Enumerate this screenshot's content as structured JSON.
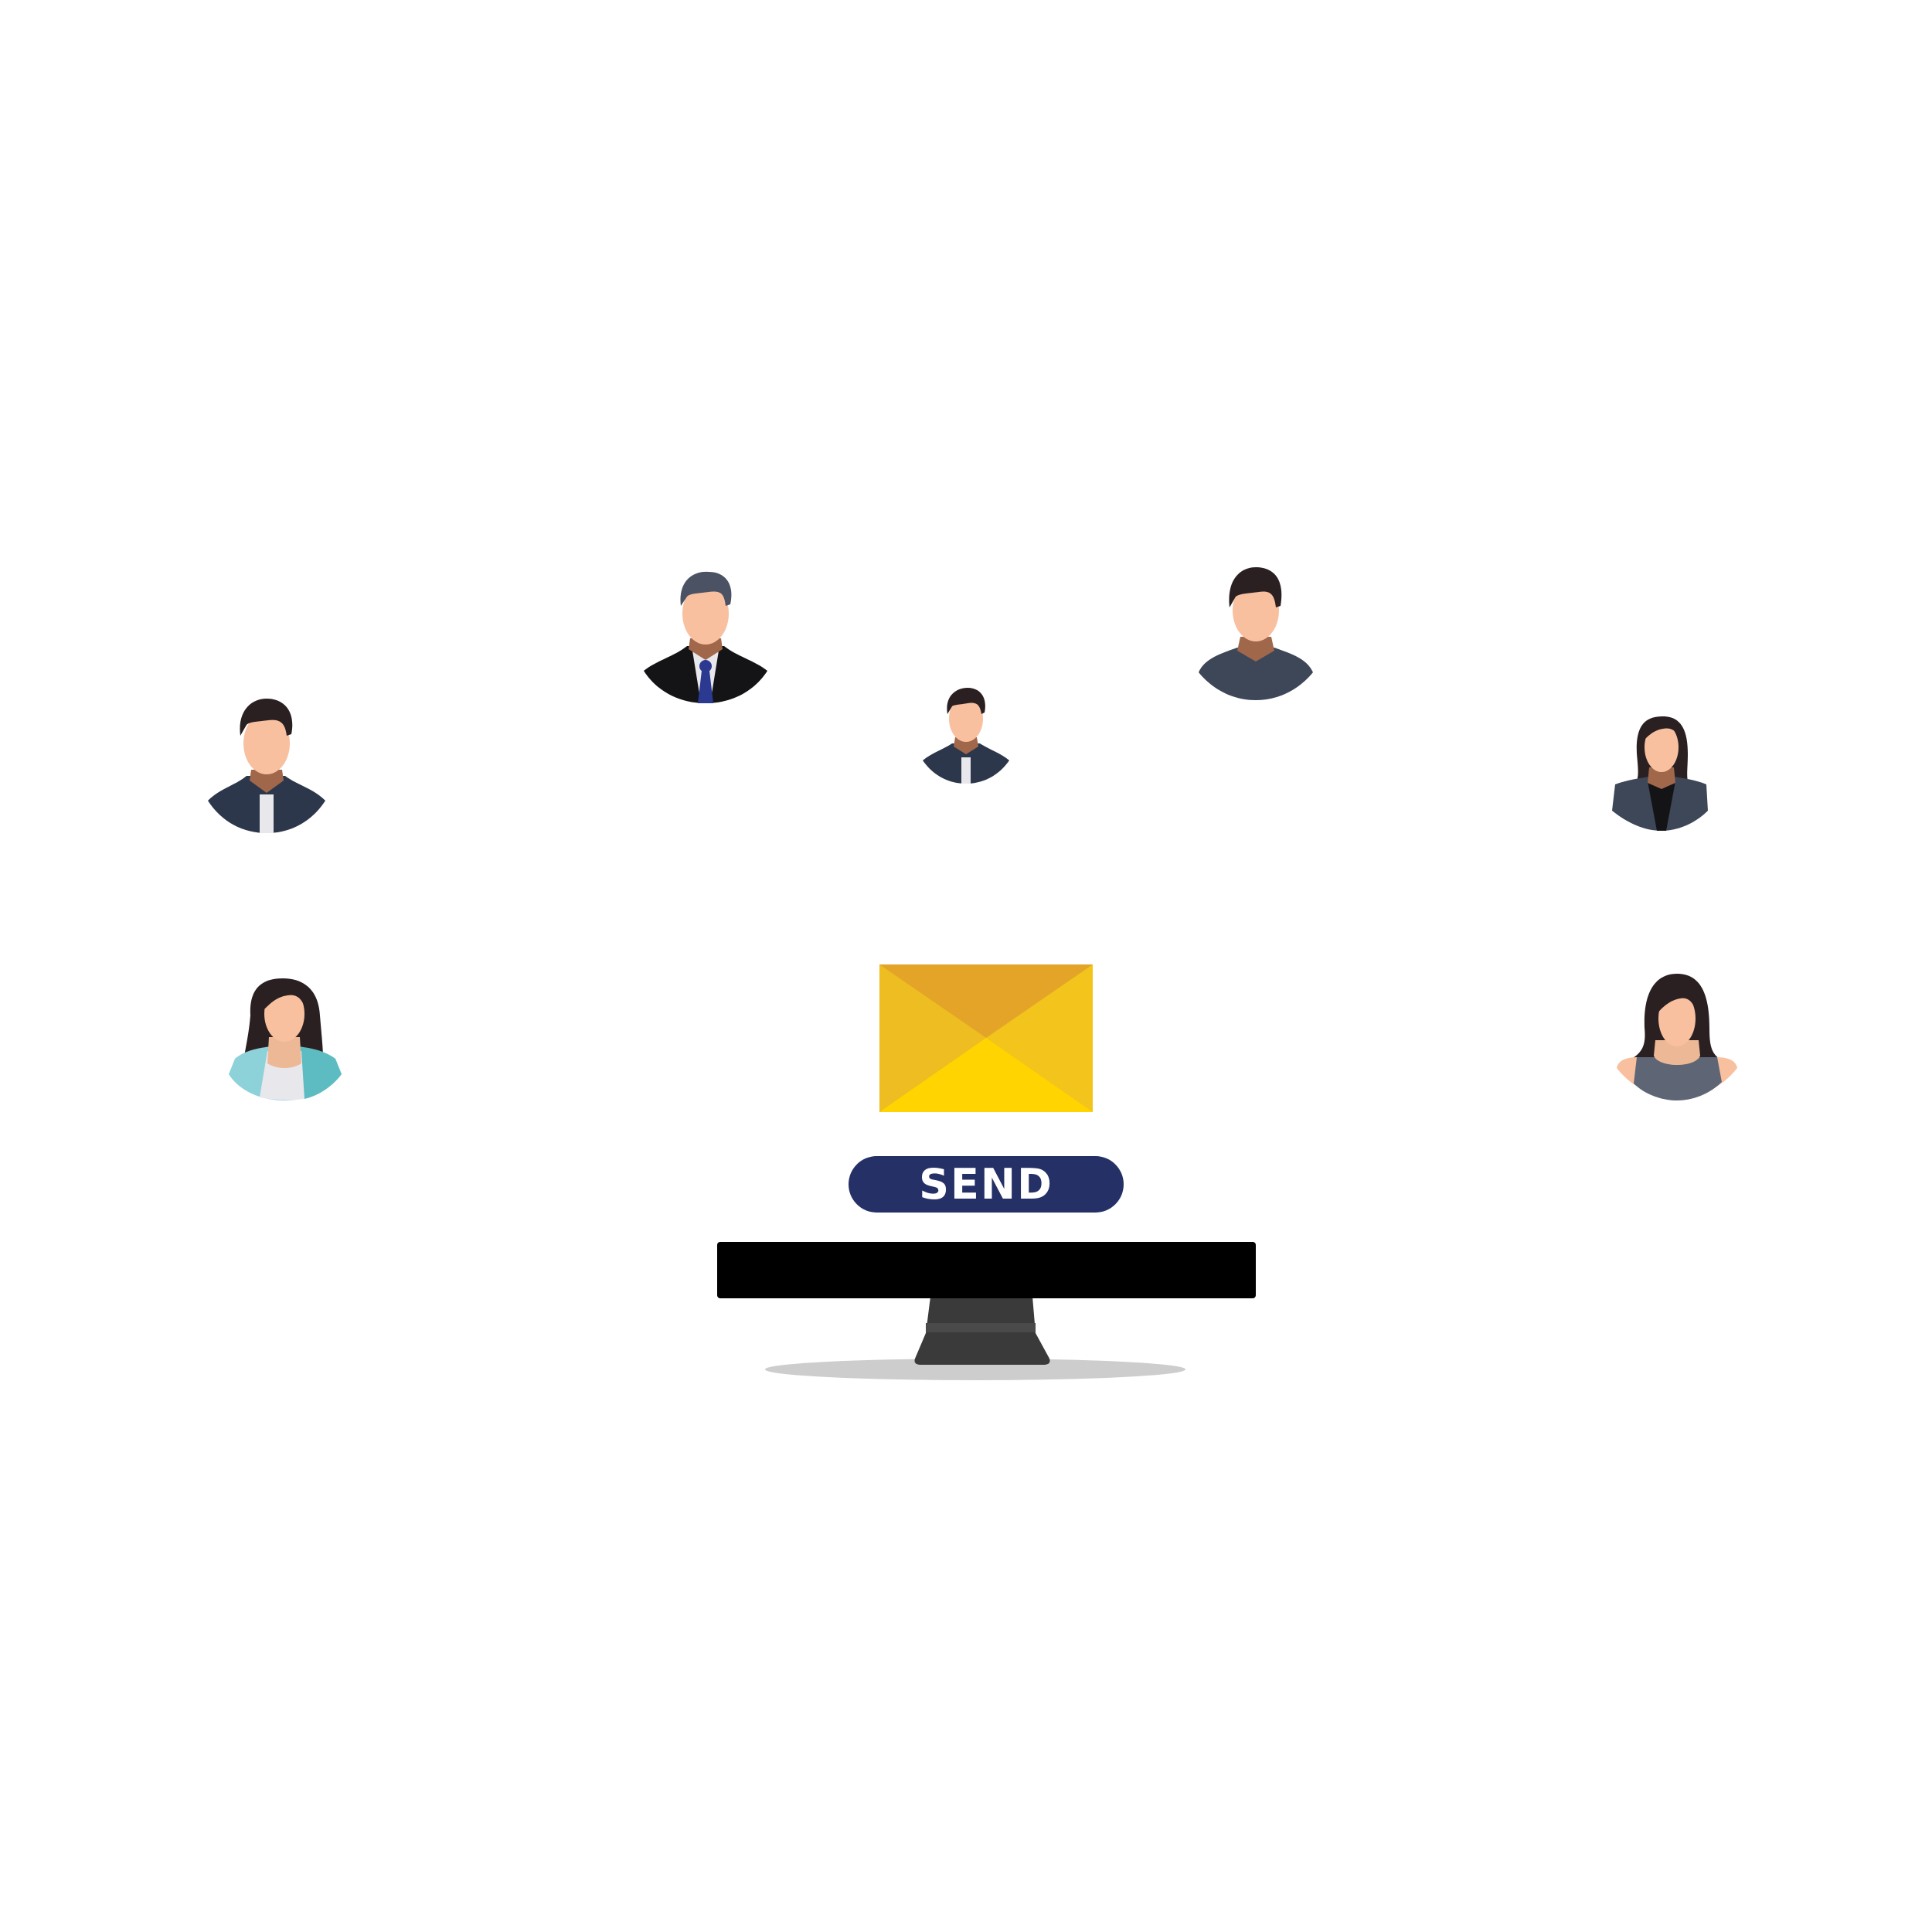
{
  "send_button": {
    "label": "SEND"
  },
  "colors": {
    "skin": "#F8C09F",
    "neck": "#A0674B",
    "hair": "#2A2022",
    "jacket_navy": "#2D374B",
    "jacket_slate": "#3D4758",
    "suit_black": "#141417",
    "tie_blue": "#2B3990",
    "shirt_white": "#E8E8EC",
    "teal_light": "#8DD1D9",
    "teal_dark": "#5DBCC1",
    "grey_top": "#5E6676",
    "envelope_top": "#E3A428",
    "envelope_left": "#EDBD21",
    "envelope_right": "#F2C41C",
    "envelope_bottom": "#FFD400",
    "button": "#243066",
    "button_text": "#FFFFFF",
    "monitor": "#000000",
    "stand": "#3A3A3A",
    "shadow": "#CDCDCD"
  },
  "avatars": [
    {
      "id": "man-navy-left",
      "kind": "man"
    },
    {
      "id": "man-suit-tie",
      "kind": "man"
    },
    {
      "id": "man-small-center",
      "kind": "man"
    },
    {
      "id": "man-slate-right",
      "kind": "man"
    },
    {
      "id": "woman-slate-right",
      "kind": "woman"
    },
    {
      "id": "woman-teal-left",
      "kind": "woman"
    },
    {
      "id": "woman-grey-right",
      "kind": "woman"
    }
  ]
}
